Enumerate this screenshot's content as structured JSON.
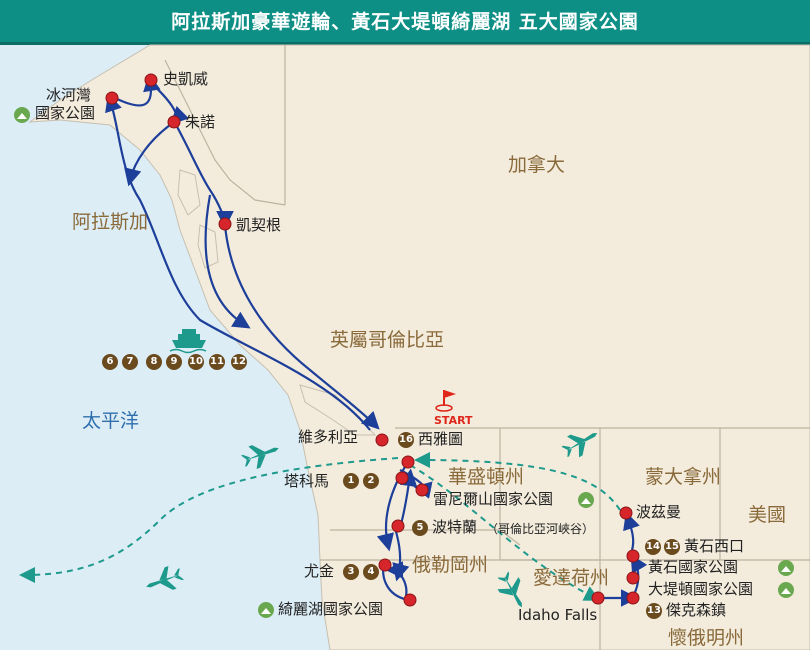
{
  "title": "阿拉斯加豪華遊輪、黃石大堤頓綺麗湖 五大國家公園",
  "regions": {
    "canada": "加拿大",
    "alaska": "阿拉斯加",
    "bc": "英屬哥倫比亞",
    "washington": "華盛頓州",
    "montana": "蒙大拿州",
    "usa": "美國",
    "oregon": "俄勒岡州",
    "idaho": "愛達荷州",
    "wyoming": "懷俄明州",
    "pacific": "太平洋"
  },
  "places": {
    "skagway": "史凱威",
    "glacier_bay_1": "冰河灣",
    "glacier_bay_2": "國家公園",
    "juneau": "朱諾",
    "ketchikan": "凱契根",
    "victoria": "維多利亞",
    "seattle": "西雅圖",
    "tacoma": "塔科馬",
    "rainier": "雷尼爾山國家公園",
    "portland": "波特蘭",
    "gorge": "（哥倫比亞河峽谷）",
    "eugene": "尤金",
    "crater_lake": "綺麗湖國家公園",
    "bozeman": "波茲曼",
    "west_yellowstone": "黃石西口",
    "yellowstone": "黃石國家公園",
    "grand_teton": "大堤頓國家公園",
    "jackson": "傑克森鎮",
    "idaho_falls": "Idaho Falls",
    "start": "START"
  },
  "days": {
    "cruise": [
      "6",
      "7",
      "8",
      "9",
      "10",
      "11",
      "12"
    ],
    "seattle": "16",
    "tacoma": [
      "1",
      "2"
    ],
    "portland": "5",
    "eugene": [
      "3",
      "4"
    ],
    "west_yellowstone": [
      "14",
      "15"
    ],
    "jackson": "13"
  },
  "colors": {
    "title_bg": "#0e8f86",
    "ocean": "#dcedf6",
    "land": "#f3ecdd",
    "route": "#1d3f9a",
    "flight": "#1e9a8c",
    "stop": "#d7262b",
    "badge": "#6b4a1e",
    "park": "#6aa84f"
  },
  "icons": [
    "airplane-icon",
    "cruise-ship-icon",
    "start-flag-icon",
    "park-icon",
    "badge-circle"
  ]
}
